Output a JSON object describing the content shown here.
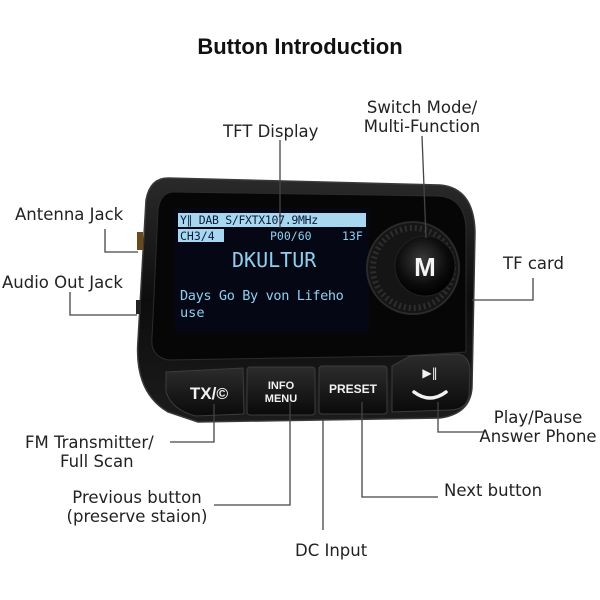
{
  "title": "Button Introduction",
  "labels": {
    "tft_display": "TFT Display",
    "switch_mode_line1": "Switch Mode/",
    "switch_mode_line2": "Multi-Function",
    "antenna_jack": "Antenna Jack",
    "audio_out_jack": "Audio Out Jack",
    "tf_card": "TF card",
    "play_pause_line1": "Play/Pause",
    "play_pause_line2": "Answer Phone",
    "fm_transmitter_line1": "FM Transmitter/",
    "fm_transmitter_line2": "Full Scan",
    "previous_line1": "Previous button",
    "previous_line2": "(preserve staion)",
    "next_button": "Next button",
    "dc_input": "DC Input"
  },
  "device": {
    "knob_letter": "M",
    "screen": {
      "status_line": "Y∥ DAB S/FXTX107.9MHz",
      "channel": "CH3/4",
      "preset": "P00/60",
      "temp": "13F",
      "station": "DKULTUR",
      "text_line1": "Days Go By von Lifeho",
      "text_line2": "use"
    },
    "buttons": {
      "tx": "TX/",
      "tx_symbol": "©",
      "info_line1": "INFO",
      "info_line2": "MENU",
      "preset": "PRESET",
      "play_symbol": "▶‖"
    }
  },
  "colors": {
    "lcd_text": "#8fd0f0",
    "lcd_highlight": "#a8d8f0",
    "device_body": "#111111",
    "callout_line": "#444444"
  }
}
